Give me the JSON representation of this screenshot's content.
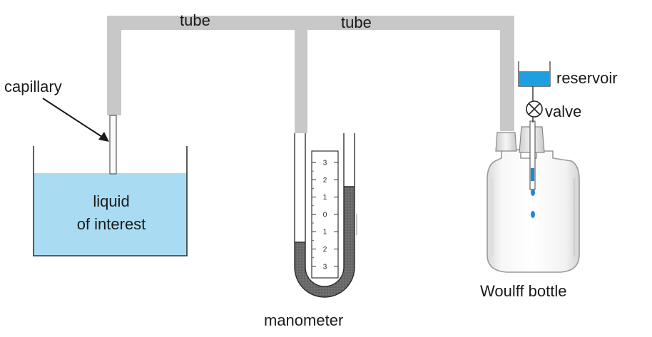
{
  "labels": {
    "tube_left": "tube",
    "tube_right": "tube",
    "capillary": "capillary",
    "liquid_line1": "liquid",
    "liquid_line2": "of interest",
    "reservoir": "reservoir",
    "valve": "valve",
    "bottle": "Woulff bottle",
    "manometer": "manometer"
  },
  "scale_ticks": [
    "3",
    "2",
    "1",
    "0",
    "1",
    "2",
    "3"
  ],
  "colors": {
    "tube": "#c8c8c8",
    "liquid": "#a9dcf3",
    "manometer_fluid": "#5a5a5a",
    "reservoir": "#1e9fe0",
    "droplet": "#1e88d6",
    "outline": "#333333"
  }
}
